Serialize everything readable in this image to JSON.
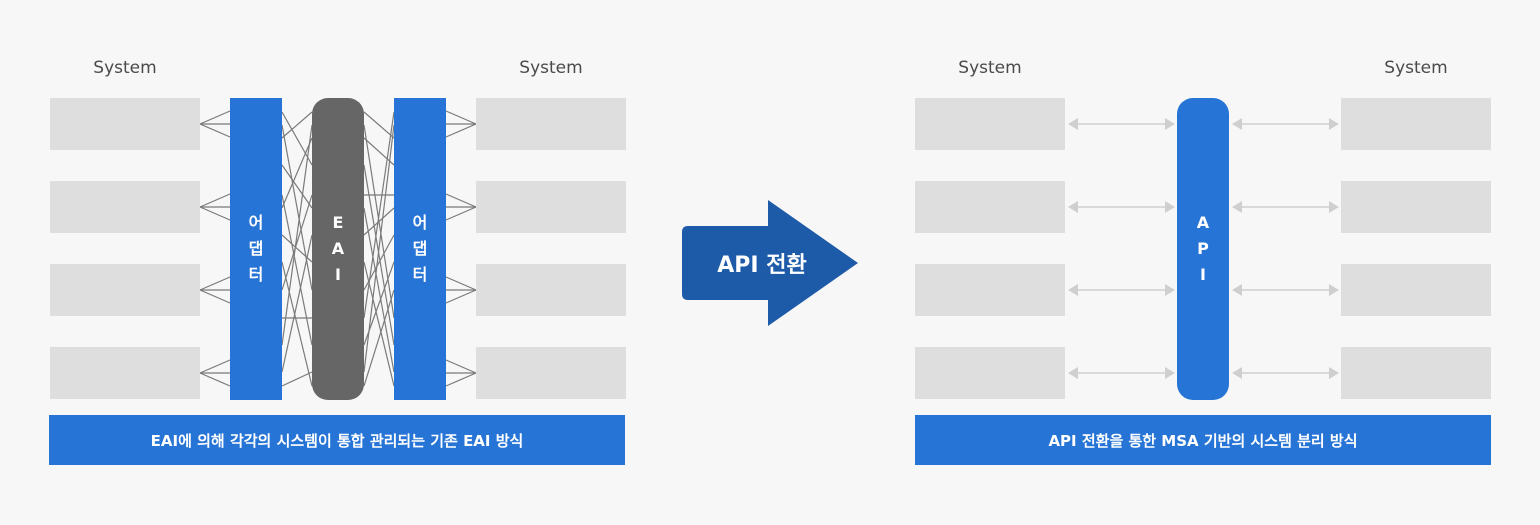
{
  "left": {
    "system_left_label": "System",
    "system_right_label": "System",
    "adapter_left": [
      "어",
      "댑",
      "터"
    ],
    "eai": [
      "E",
      "A",
      "I"
    ],
    "adapter_right": [
      "어",
      "댑",
      "터"
    ],
    "caption": "EAI에 의해 각각의 시스템이 통합 관리되는 기존 EAI 방식"
  },
  "arrow": {
    "label": "API 전환"
  },
  "right": {
    "system_left_label": "System",
    "system_right_label": "System",
    "api": [
      "A",
      "P",
      "I"
    ],
    "caption": "API 전환을 통한 MSA 기반의 시스템 분리 방식"
  },
  "colors": {
    "accent_blue": "#2674d5",
    "eai_gray": "#666666",
    "arrow_blue": "#1d5aa8",
    "system_box": "#dedede"
  }
}
